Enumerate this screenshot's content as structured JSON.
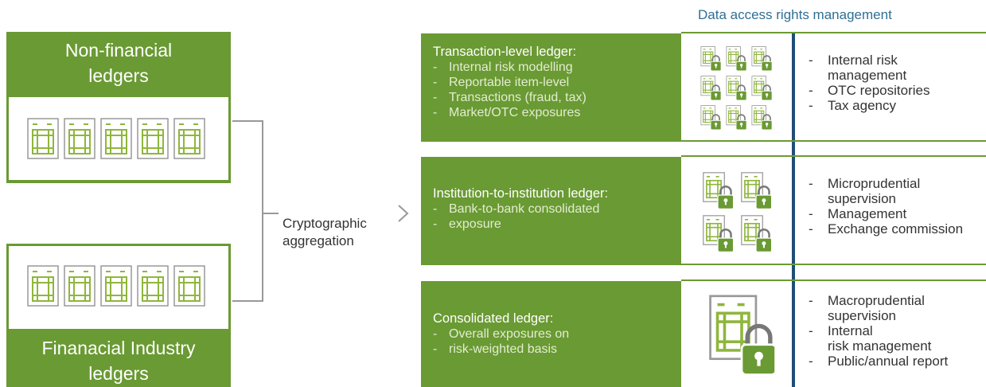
{
  "header": {
    "access_title": "Data access rights management"
  },
  "left": {
    "nonfinancial": {
      "line1": "Non-financial",
      "line2": "ledgers"
    },
    "financial": {
      "line1": "Finanacial Industry",
      "line2": "ledgers"
    }
  },
  "connector": {
    "line1": "Cryptographic",
    "line2": "aggregation"
  },
  "rows": [
    {
      "title": "Transaction-level ledger:",
      "items": [
        "Internal risk modelling",
        "Reportable item-level",
        "Transactions (fraud, tax)",
        "Market/OTC exposures"
      ],
      "access": [
        "Internal risk",
        "management",
        "OTC repositories",
        "Tax agency"
      ]
    },
    {
      "title": "Institution-to-institution ledger:",
      "items": [
        "Bank-to-bank consolidated",
        "exposure"
      ],
      "access": [
        "Microprudential",
        "supervision",
        "Management",
        "Exchange commission"
      ]
    },
    {
      "title": "Consolidated ledger:",
      "items": [
        "Overall exposures on",
        "risk-weighted basis"
      ],
      "access": [
        "Macroprudential",
        "supervision",
        "Internal",
        "risk management",
        "Public/annual report"
      ]
    }
  ],
  "colors": {
    "green": "#6a9a33",
    "light_green": "#8fb63c",
    "divider": "#1f4e79",
    "connector": "#999999"
  },
  "icons": [
    "ledger-icon",
    "locked-ledger-icon",
    "arrow-right-icon"
  ]
}
